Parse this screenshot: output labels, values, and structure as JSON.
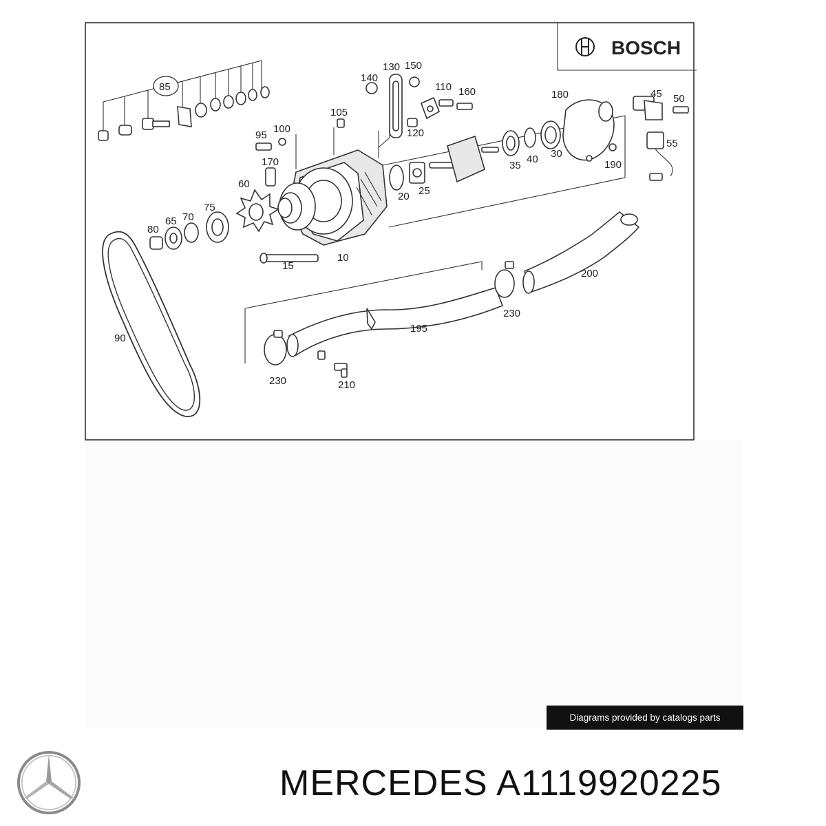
{
  "brand_box": {
    "logo_text": "BOSCH"
  },
  "callouts": {
    "c85": "85",
    "c140": "140",
    "c130": "130",
    "c150": "150",
    "c110": "110",
    "c160": "160",
    "c120": "120",
    "c105": "105",
    "c95": "95",
    "c100": "100",
    "c170": "170",
    "c60": "60",
    "c75": "75",
    "c80": "80",
    "c65": "65",
    "c70": "70",
    "c15": "15",
    "c10": "10",
    "c20": "20",
    "c25": "25",
    "c180": "180",
    "c45": "45",
    "c50": "50",
    "c55": "55",
    "c35": "35",
    "c40": "40",
    "c30": "30",
    "c190": "190",
    "c200": "200",
    "c230a": "230",
    "c195": "195",
    "c230b": "230",
    "c210": "210",
    "c90": "90"
  },
  "footer": {
    "credit": "Diagrams provided by catalogs parts",
    "title": "MERCEDES A1119920225"
  },
  "icons": {
    "brand_logo": "mercedes-star-icon",
    "bosch_logo": "bosch-armature-icon"
  }
}
